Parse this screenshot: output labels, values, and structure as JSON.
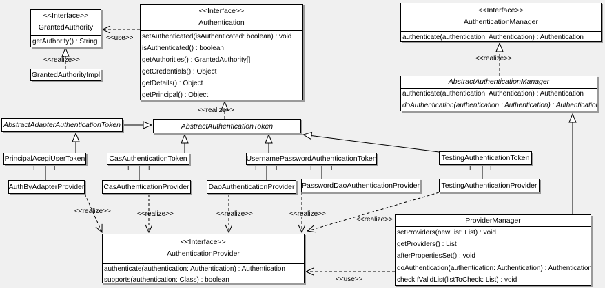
{
  "diagram": {
    "background_color": "#f0f0f0",
    "box_fill": "#ffffff",
    "border_color": "#000000",
    "shadow_color": "#9a9a9a"
  },
  "classes": {
    "granted_authority": {
      "stereotype": "<<Interface>>",
      "name": "GrantedAuthority",
      "methods": [
        "getAuthority() : String"
      ]
    },
    "granted_authority_impl": {
      "name": "GrantedAuthorityImpl"
    },
    "authentication": {
      "stereotype": "<<Interface>>",
      "name": "Authentication",
      "methods": [
        "setAuthenticated(isAuthenticated: boolean) : void",
        "isAuthenticated() : boolean",
        "getAuthorities() : GrantedAuthority[]",
        "getCredentials() : Object",
        "getDetails() : Object",
        "getPrincipal() : Object"
      ]
    },
    "authentication_manager": {
      "stereotype": "<<Interface>>",
      "name": "AuthenticationManager",
      "methods": [
        "authenticate(authentication: Authentication) : Authentication"
      ]
    },
    "abstract_authentication_manager": {
      "name": "AbstractAuthenticationManager",
      "methods": [
        "authenticate(authentication: Authentication) : Authentication",
        "doAuthentication(authentication : Authentication) : Authentication"
      ]
    },
    "abstract_adapter_authentication_token": {
      "name": "AbstractAdapterAuthenticationToken"
    },
    "abstract_authentication_token": {
      "name": "AbstractAuthenticationToken"
    },
    "principal_acegi_user_token": {
      "name": "PrincipalAcegiUserToken"
    },
    "cas_authentication_token": {
      "name": "CasAuthenticationToken"
    },
    "username_password_authentication_token": {
      "name": "UsernamePasswordAuthenticationToken"
    },
    "testing_authentication_token": {
      "name": "TestingAuthenticationToken"
    },
    "auth_by_adapter_provider": {
      "name": "AuthByAdapterProvider"
    },
    "cas_authentication_provider": {
      "name": "CasAuthenticationProvider"
    },
    "dao_authentication_provider": {
      "name": "DaoAuthenticationProvider"
    },
    "password_dao_authentication_provider": {
      "name": "PasswordDaoAuthenticationProvider"
    },
    "testing_authentication_provider": {
      "name": "TestingAuthenticationProvider"
    },
    "authentication_provider": {
      "stereotype": "<<Interface>>",
      "name": "AuthenticationProvider",
      "methods": [
        "authenticate(authentication: Authentication) : Authentication",
        "supports(authentication: Class) : boolean"
      ]
    },
    "provider_manager": {
      "name": "ProviderManager",
      "methods": [
        "setProviders(newList: List) : void",
        "getProviders() : List",
        "afterPropertiesSet() : void",
        "doAuthentication(authentication: Authentication) : Authentication",
        "checkIfValidList(listToCheck: List) : void"
      ]
    }
  },
  "edge_labels": {
    "use": "<<use>>",
    "realize": "<<realize>>",
    "plus": "+"
  }
}
